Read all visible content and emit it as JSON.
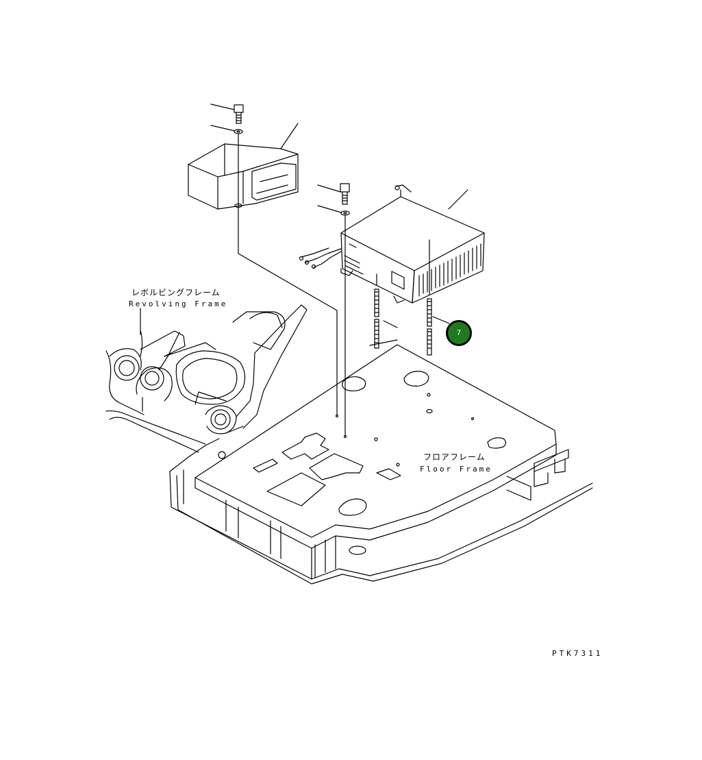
{
  "labels": {
    "revolving_frame_jp": "レボルビングフレーム",
    "revolving_frame_en": "Revolving Frame",
    "floor_frame_jp": "フロアフレーム",
    "floor_frame_en": "Floor Frame",
    "drawing_code": "PTK7311"
  },
  "callout": {
    "number": "7",
    "fill_color": "#1f7a1f"
  },
  "colors": {
    "line": "#000000",
    "background": "#ffffff"
  }
}
